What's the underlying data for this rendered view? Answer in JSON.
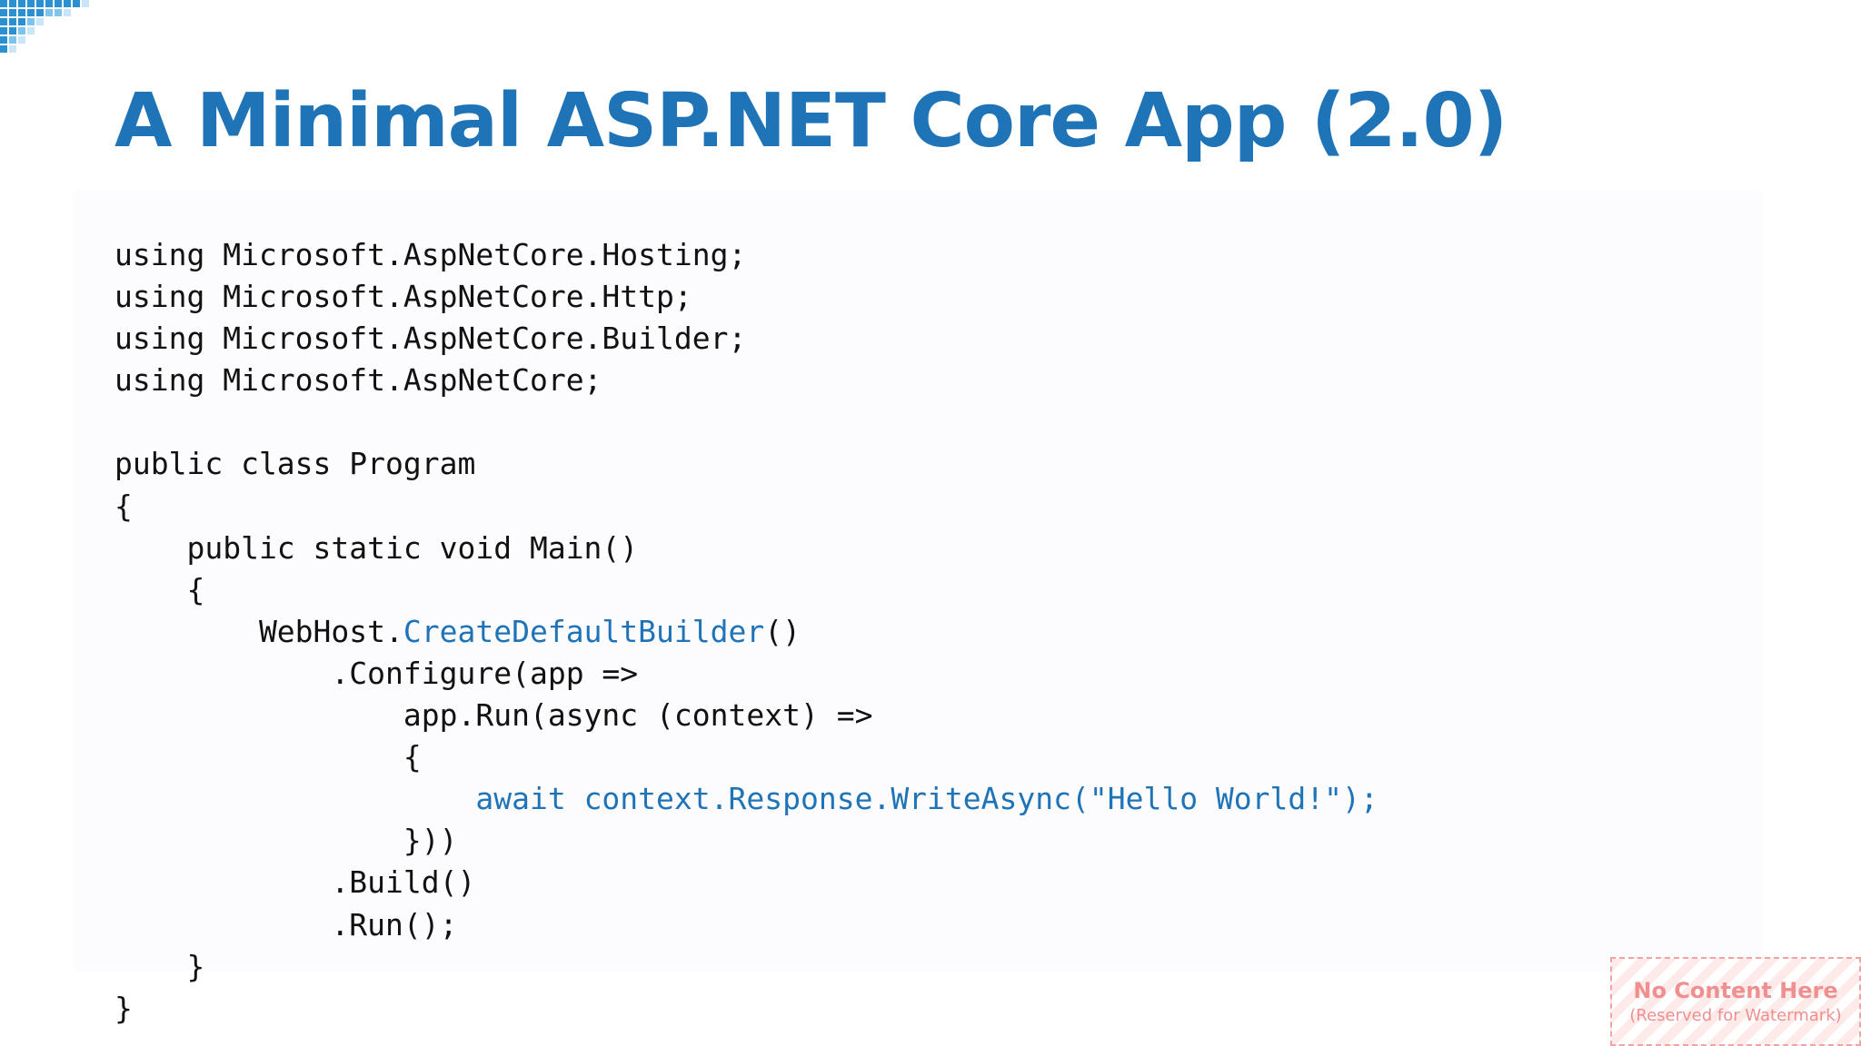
{
  "slide": {
    "title": "A Minimal ASP.NET Core App (2.0)",
    "accent_color": "#1f73b7",
    "decoration": "pixel-mosaic-corner"
  },
  "code": {
    "lines": [
      [
        {
          "t": "using Microsoft.AspNetCore.Hosting;"
        }
      ],
      [
        {
          "t": "using Microsoft.AspNetCore.Http;"
        }
      ],
      [
        {
          "t": "using Microsoft.AspNetCore.Builder;"
        }
      ],
      [
        {
          "t": "using Microsoft.AspNetCore;"
        }
      ],
      [
        {
          "t": ""
        }
      ],
      [
        {
          "t": "public class Program"
        }
      ],
      [
        {
          "t": "{"
        }
      ],
      [
        {
          "t": "    public static void Main()"
        }
      ],
      [
        {
          "t": "    {"
        }
      ],
      [
        {
          "t": "        WebHost."
        },
        {
          "t": "CreateDefaultBuilder",
          "hl": true
        },
        {
          "t": "()"
        }
      ],
      [
        {
          "t": "            .Configure(app =>"
        }
      ],
      [
        {
          "t": "                app.Run(async (context) =>"
        }
      ],
      [
        {
          "t": "                {"
        }
      ],
      [
        {
          "t": "                    "
        },
        {
          "t": "await context.Response.WriteAsync(\"Hello World!\");",
          "hl": true
        }
      ],
      [
        {
          "t": "                }))"
        }
      ],
      [
        {
          "t": "            .Build()"
        }
      ],
      [
        {
          "t": "            .Run();"
        }
      ],
      [
        {
          "t": "    }"
        }
      ],
      [
        {
          "t": "}"
        }
      ]
    ]
  },
  "watermark": {
    "title": "No Content Here",
    "subtitle": "(Reserved for Watermark)"
  }
}
